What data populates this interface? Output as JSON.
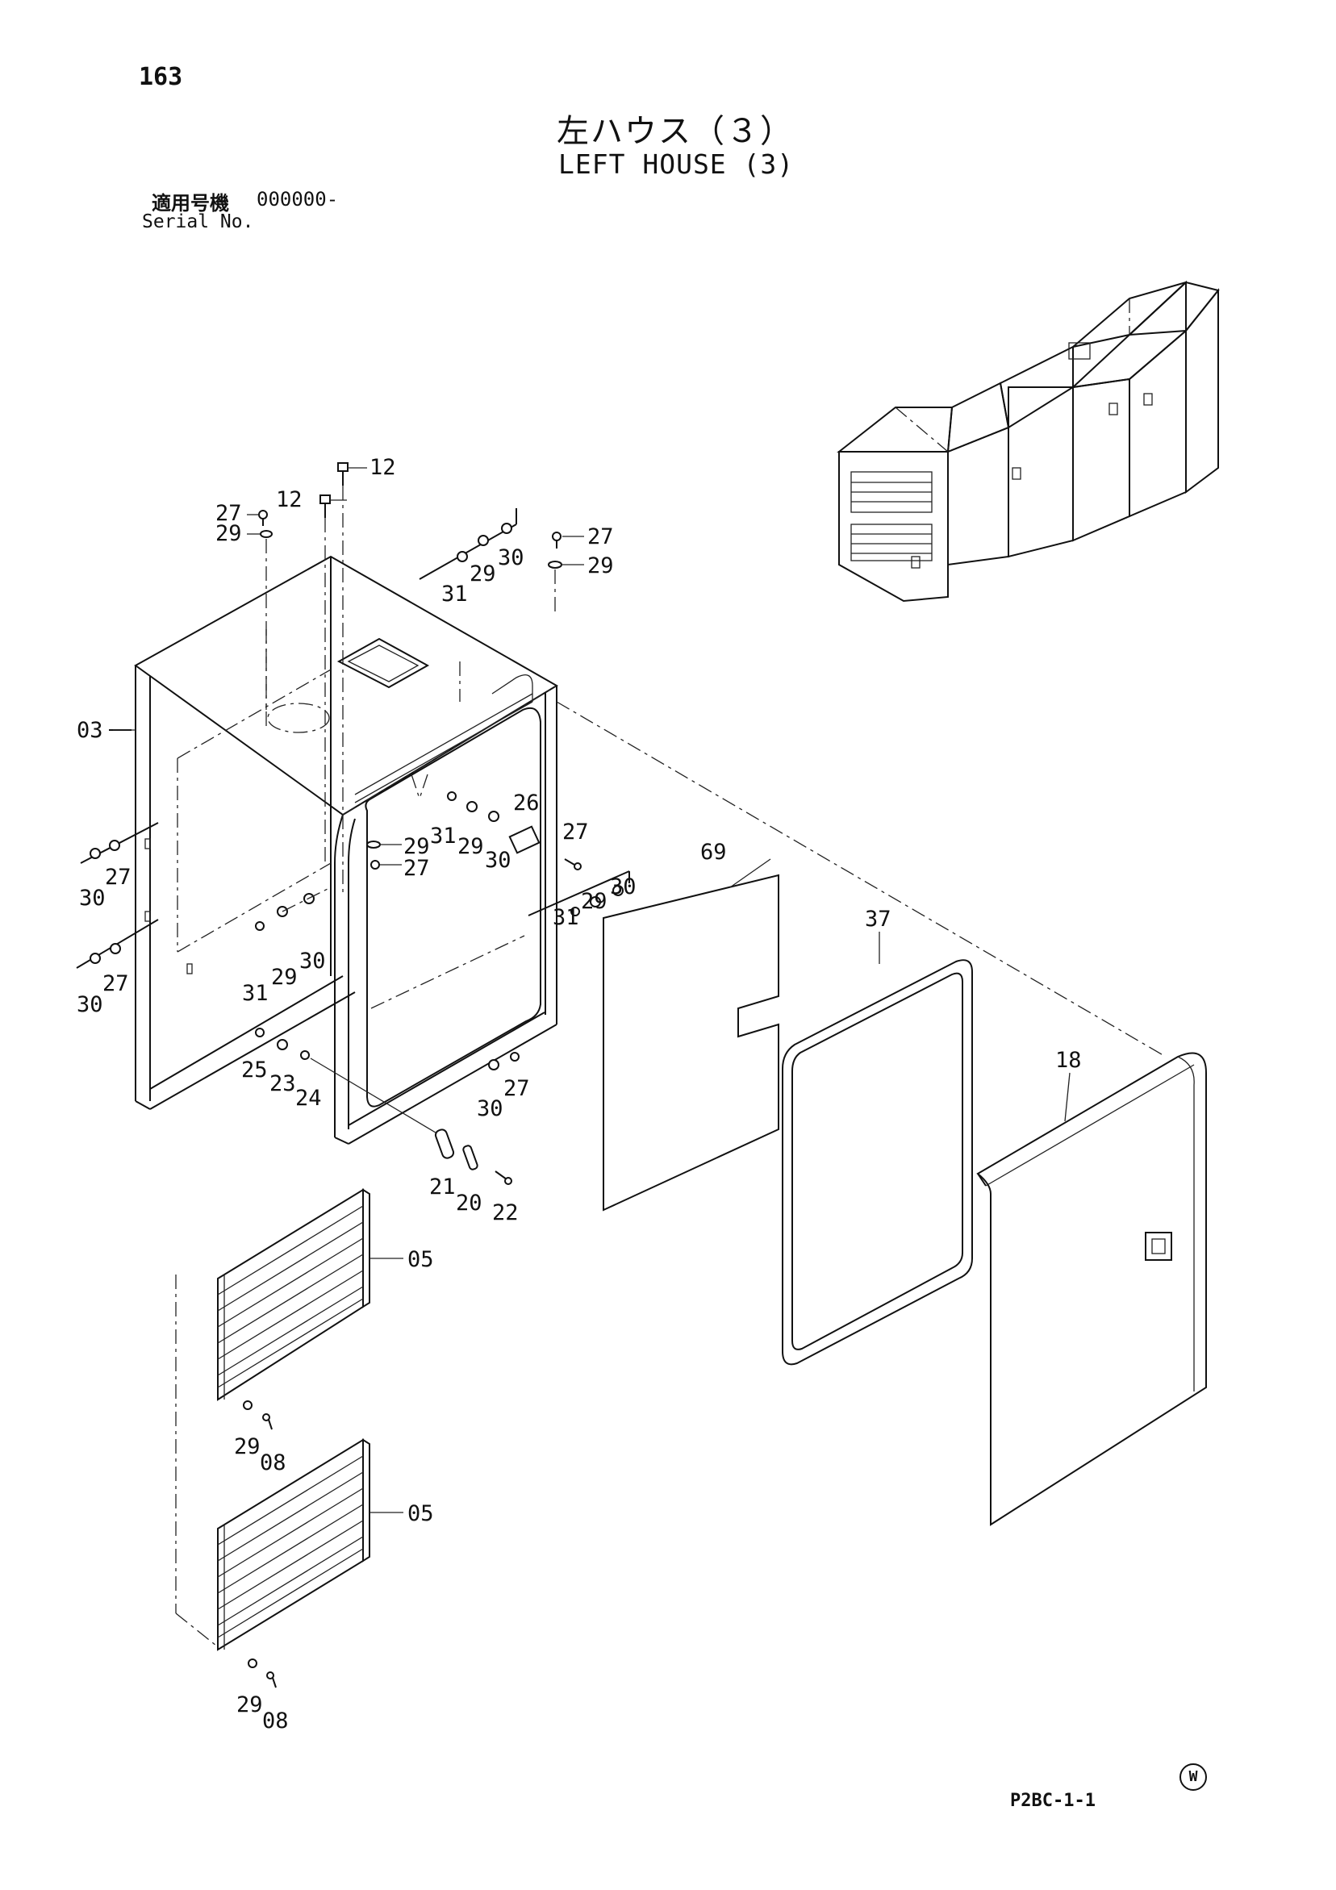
{
  "header": {
    "page_number": "163",
    "title_jp": "左ハウス（３）",
    "title_en": "LEFT HOUSE (3)",
    "serial_label_jp": "適用号機",
    "serial_value": "000000-",
    "serial_label_en": "Serial No."
  },
  "footer": {
    "page_code": "P2BC-1-1",
    "mark": "W"
  },
  "diagram": {
    "labels": {
      "p12a": "12",
      "p12b": "12",
      "p27a": "27",
      "p29a": "29",
      "p31a": "31",
      "p29b": "29",
      "p30a": "30",
      "p27b": "27",
      "p29c": "29",
      "p03": "03",
      "p30b": "30",
      "p27c": "27",
      "p31b": "31",
      "p29d": "29",
      "p26": "26",
      "p30c": "30",
      "p27d": "27",
      "p29e": "29",
      "p27e": "27",
      "p69": "69",
      "p31c": "31",
      "p29f": "29",
      "p30d": "30",
      "p30e": "30",
      "p27f": "27",
      "p31d": "31",
      "p29g": "29",
      "p30f": "30",
      "p37": "37",
      "p25": "25",
      "p23": "23",
      "p24": "24",
      "p30g": "30",
      "p27g": "27",
      "p18": "18",
      "p21": "21",
      "p20": "20",
      "p22": "22",
      "p05a": "05",
      "p29h": "29",
      "p08a": "08",
      "p05b": "05",
      "p29i": "29",
      "p08b": "08"
    }
  }
}
